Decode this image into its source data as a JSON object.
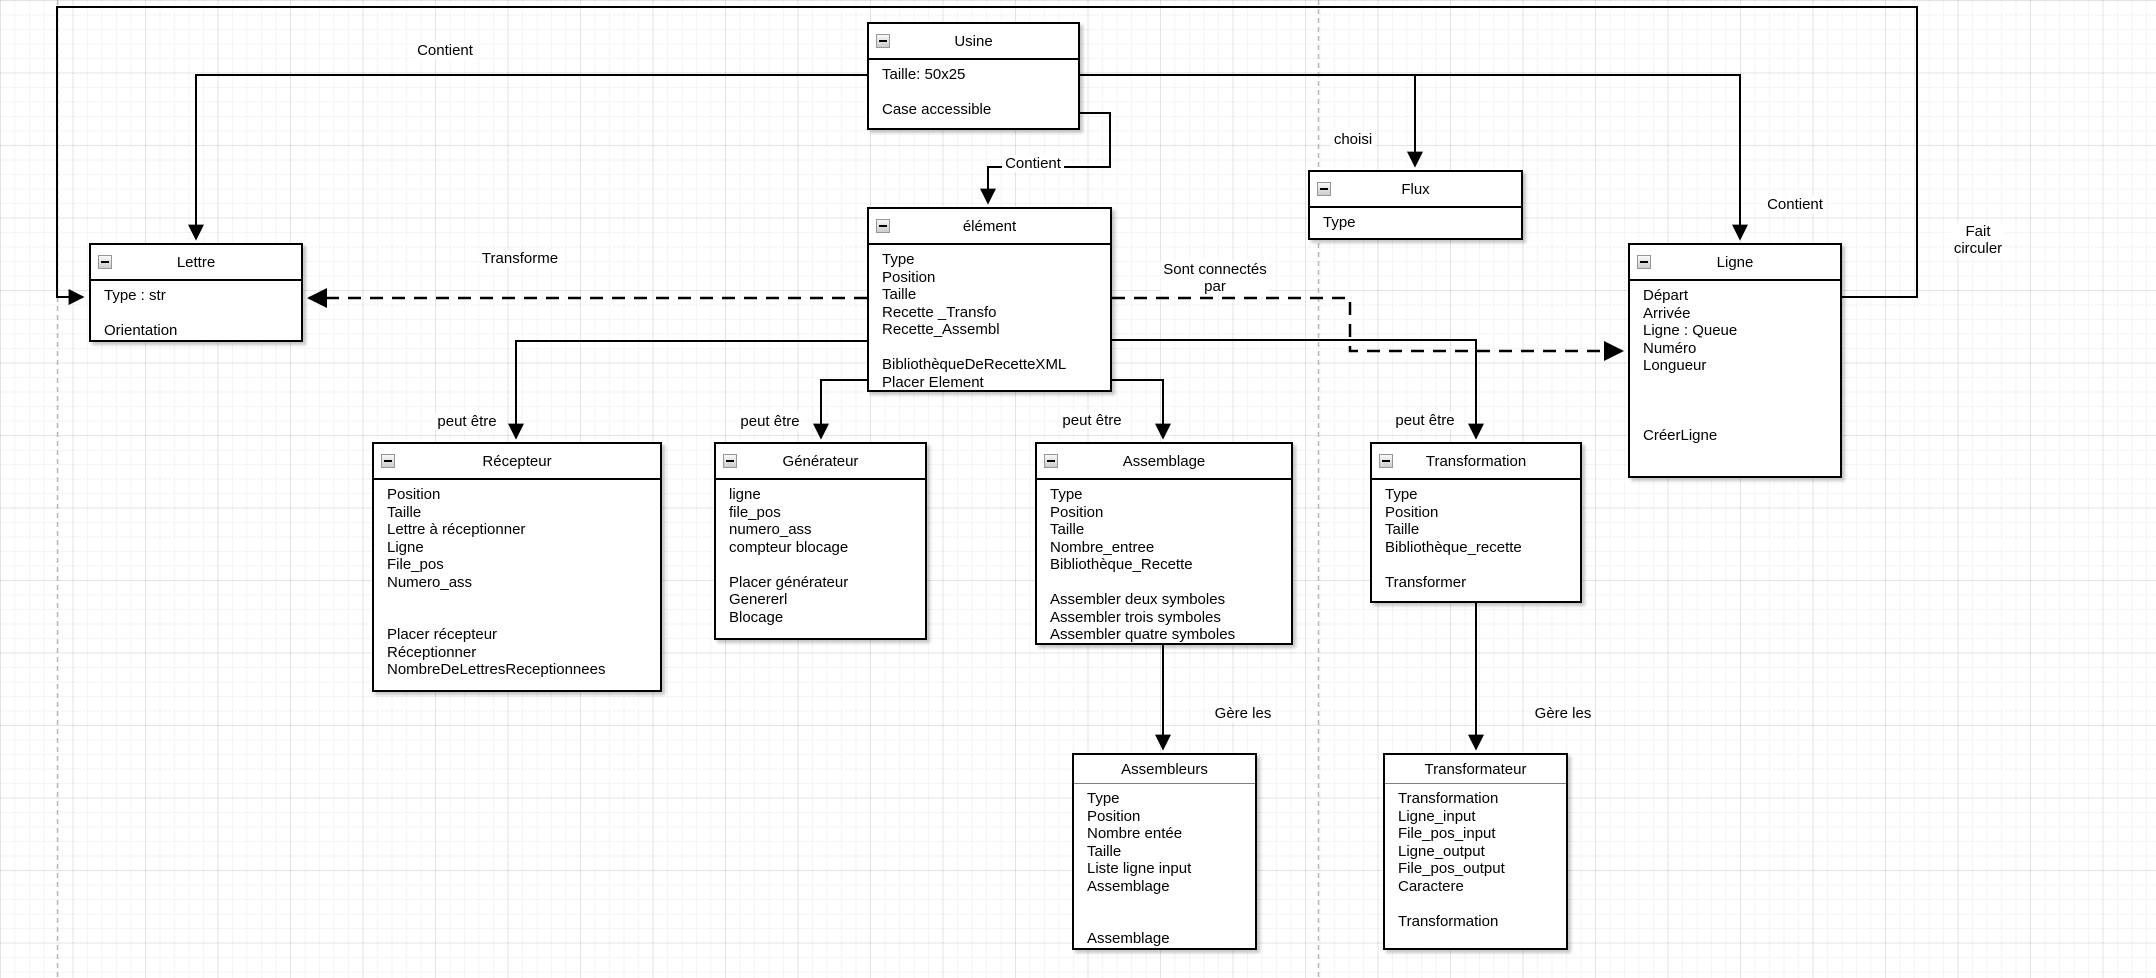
{
  "diagram": {
    "classes": [
      {
        "name": "Usine",
        "rows": [
          "Taille: 50x25",
          "",
          "Case accessible"
        ]
      },
      {
        "name": "Lettre",
        "rows": [
          "Type : str",
          "",
          "Orientation"
        ]
      },
      {
        "name": "élément",
        "rows": [
          "Type",
          "Position",
          "Taille",
          "Recette _Transfo",
          "Recette_Assembl",
          "",
          "BibliothèqueDeRecetteXML",
          "Placer Element"
        ]
      },
      {
        "name": "Flux",
        "rows": [
          "Type"
        ]
      },
      {
        "name": "Ligne",
        "rows": [
          "Départ",
          "Arrivée",
          "Ligne : Queue",
          "Numéro",
          "Longueur",
          "",
          "",
          "",
          "CréerLigne"
        ]
      },
      {
        "name": "Récepteur",
        "rows": [
          "Position",
          "Taille",
          "Lettre à réceptionner",
          "Ligne",
          "File_pos",
          "Numero_ass",
          "",
          "",
          "Placer récepteur",
          "Réceptionner",
          "NombreDeLettresReceptionnees"
        ]
      },
      {
        "name": "Générateur",
        "rows": [
          "ligne",
          "file_pos",
          "numero_ass",
          "compteur blocage",
          "",
          "Placer générateur",
          "Genererl",
          "Blocage"
        ]
      },
      {
        "name": "Assemblage",
        "rows": [
          "Type",
          "Position",
          "Taille",
          "Nombre_entree",
          "Bibliothèque_Recette",
          "",
          "Assembler deux symboles",
          "Assembler trois symboles",
          "Assembler quatre symboles"
        ]
      },
      {
        "name": "Transformation",
        "rows": [
          "Type",
          "Position",
          "Taille",
          "Bibliothèque_recette",
          "",
          "Transformer"
        ]
      },
      {
        "name": "Assembleurs",
        "rows": [
          "Type",
          "Position",
          "Nombre entée",
          "Taille",
          "Liste ligne input",
          "Assemblage",
          "",
          "",
          "Assemblage"
        ]
      },
      {
        "name": "Transformateur",
        "rows": [
          "Transformation",
          "Ligne_input",
          "File_pos_input",
          "Ligne_output",
          "File_pos_output",
          "Caractere",
          "",
          "Transformation"
        ]
      }
    ],
    "edge_labels": {
      "contient_left": "Contient",
      "contient_middle": "Contient",
      "contient_right": "Contient",
      "choisi": "choisi",
      "fait_circuler_line1": "Fait",
      "fait_circuler_line2": "circuler",
      "transforme": "Transforme",
      "sont_connectes_line1": "Sont connectés",
      "sont_connectes_line2": "par",
      "peut_etre": "peut être",
      "gere_les": "Gère les"
    },
    "colors": {
      "line": "#000000",
      "box_border": "#000000",
      "box_fill": "#ffffff",
      "page_divider": "#b9b9b9"
    }
  }
}
